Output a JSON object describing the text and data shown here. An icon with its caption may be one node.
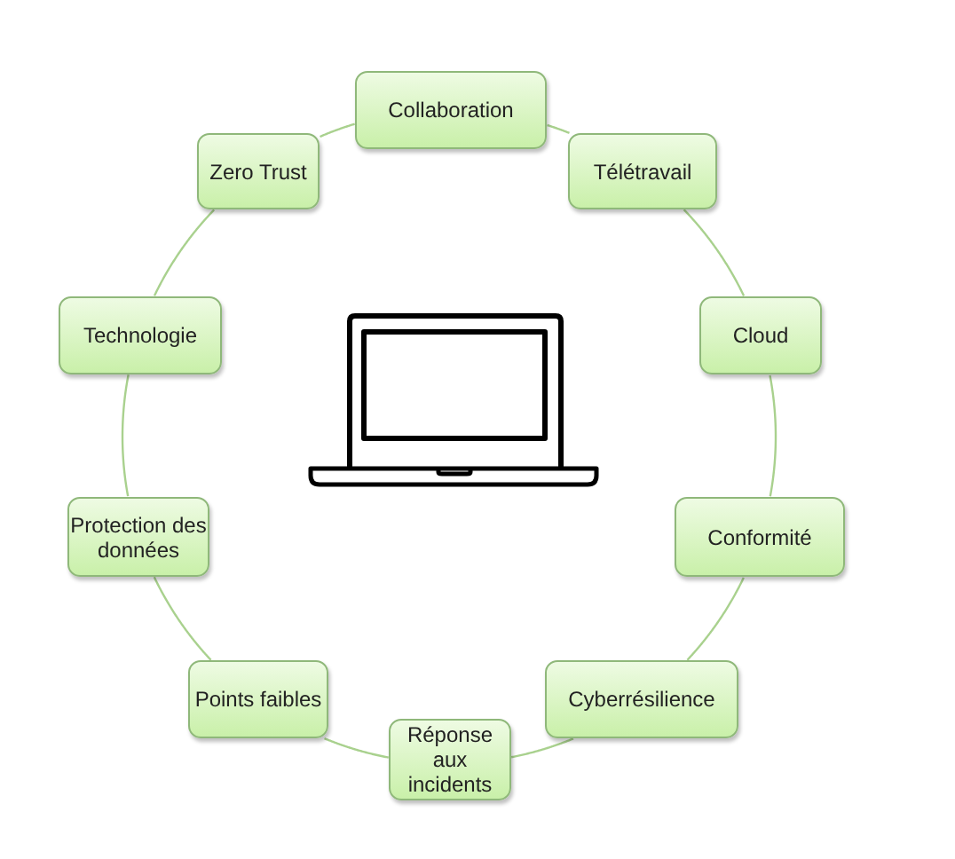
{
  "diagram": {
    "nodes": [
      {
        "text": [
          "Collaboration"
        ]
      },
      {
        "text": [
          "Télétravail"
        ]
      },
      {
        "text": [
          "Cloud"
        ]
      },
      {
        "text": [
          "Conformité"
        ]
      },
      {
        "text": [
          "Cyberrésilience"
        ]
      },
      {
        "text": [
          "Réponse aux incidents"
        ]
      },
      {
        "text": [
          "Points faibles"
        ]
      },
      {
        "text": [
          "Protection des données"
        ]
      },
      {
        "text": [
          "Technologie"
        ]
      },
      {
        "text": [
          "Zero Trust"
        ]
      }
    ],
    "edges": [
      {
        "from": 0,
        "to": 1,
        "arrow": "none"
      },
      {
        "from": 1,
        "to": 2,
        "arrow": "none"
      },
      {
        "from": 2,
        "to": 3,
        "arrow": "none"
      },
      {
        "from": 3,
        "to": 4,
        "arrow": "none"
      },
      {
        "from": 4,
        "to": 5,
        "arrow": "none"
      },
      {
        "from": 5,
        "to": 6,
        "arrow": "none"
      },
      {
        "from": 6,
        "to": 7,
        "arrow": "none"
      },
      {
        "from": 7,
        "to": 8,
        "arrow": "none"
      },
      {
        "from": 8,
        "to": 9,
        "arrow": "none"
      },
      {
        "from": 9,
        "to": 0,
        "arrow": "none"
      }
    ]
  }
}
